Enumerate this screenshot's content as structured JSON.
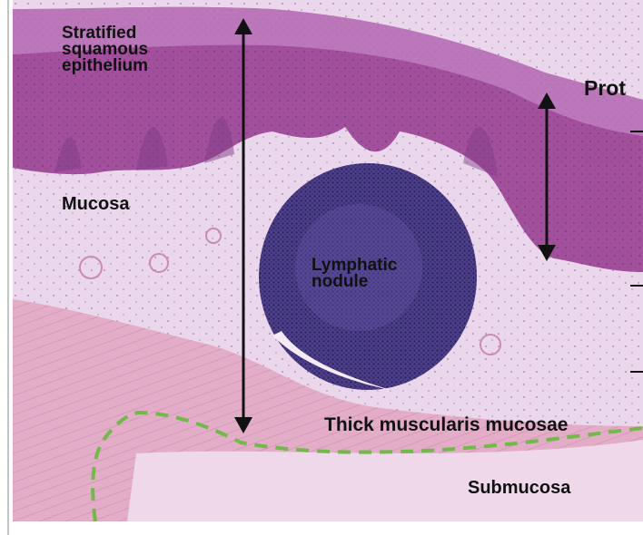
{
  "labels": {
    "stratified": [
      "Stratified",
      "squamous",
      "epithelium"
    ],
    "mucosa": "Mucosa",
    "nodule": [
      "Lymphatic",
      "nodule"
    ],
    "muscularis": "Thick muscularis mucosae",
    "submucosa": "Submucosa",
    "prot_partial": "Prot"
  },
  "colors": {
    "epithelium": "#a2509c",
    "lamina": "#ead7ec",
    "nodule": "#4e3f8a",
    "muscle": "#e3adc8",
    "boundary": "#72b84a",
    "arrow": "#111111"
  }
}
